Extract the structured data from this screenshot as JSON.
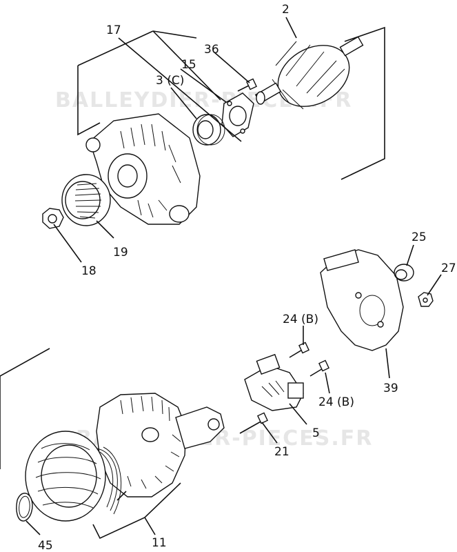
{
  "watermarks": [
    "BALLEYDIER-PIECES.FR",
    "BALLEYDIER-PIECES.FR"
  ],
  "callouts": {
    "c2": "2",
    "c17": "17",
    "c36": "36",
    "c15": "15",
    "c3": "3 (C)",
    "c19": "19",
    "c18": "18",
    "c25": "25",
    "c27": "27",
    "c24a": "24 (B)",
    "c24b": "24 (B)",
    "c39": "39",
    "c5": "5",
    "c21": "21",
    "c11": "11",
    "c45": "45"
  }
}
